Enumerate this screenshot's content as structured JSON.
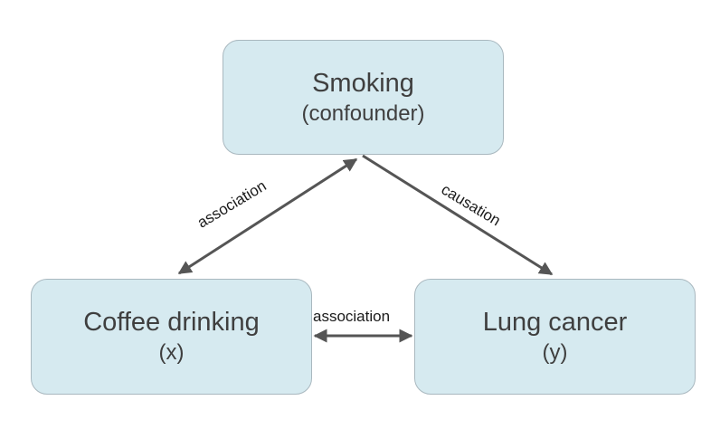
{
  "nodes": {
    "confounder": {
      "title": "Smoking",
      "subtitle": "(confounder)"
    },
    "exposure": {
      "title": "Coffee drinking",
      "subtitle": "(x)"
    },
    "outcome": {
      "title": "Lung cancer",
      "subtitle": "(y)"
    }
  },
  "edges": {
    "confounder_exposure": "association",
    "confounder_outcome": "causation",
    "exposure_outcome": "association"
  },
  "colors": {
    "node_fill": "#d6eaf0",
    "node_border": "#a9b8bf",
    "arrow": "#555555"
  }
}
